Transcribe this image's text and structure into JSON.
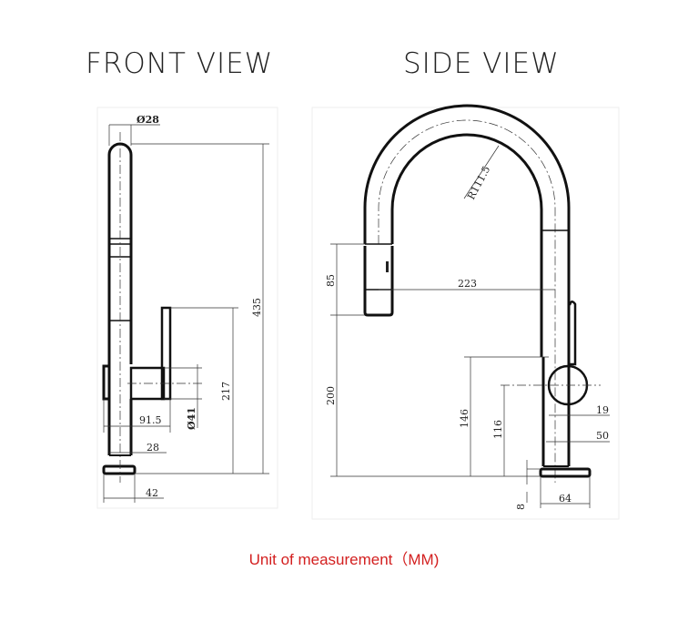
{
  "titles": {
    "front": "FRONT VIEW",
    "side": "SIDE VIEW"
  },
  "front_dims": {
    "d28": "Ø28",
    "h435": "435",
    "h217": "217",
    "d41": "Ø41",
    "w91_5": "91.5",
    "w28": "28",
    "w42": "42"
  },
  "side_dims": {
    "r111_5": "R111.5",
    "h85": "85",
    "w223": "223",
    "h200": "200",
    "h146": "146",
    "h116": "116",
    "w19": "19",
    "w50": "50",
    "h8": "8",
    "w64": "64"
  },
  "footer": "Unit of measurement（MM)"
}
